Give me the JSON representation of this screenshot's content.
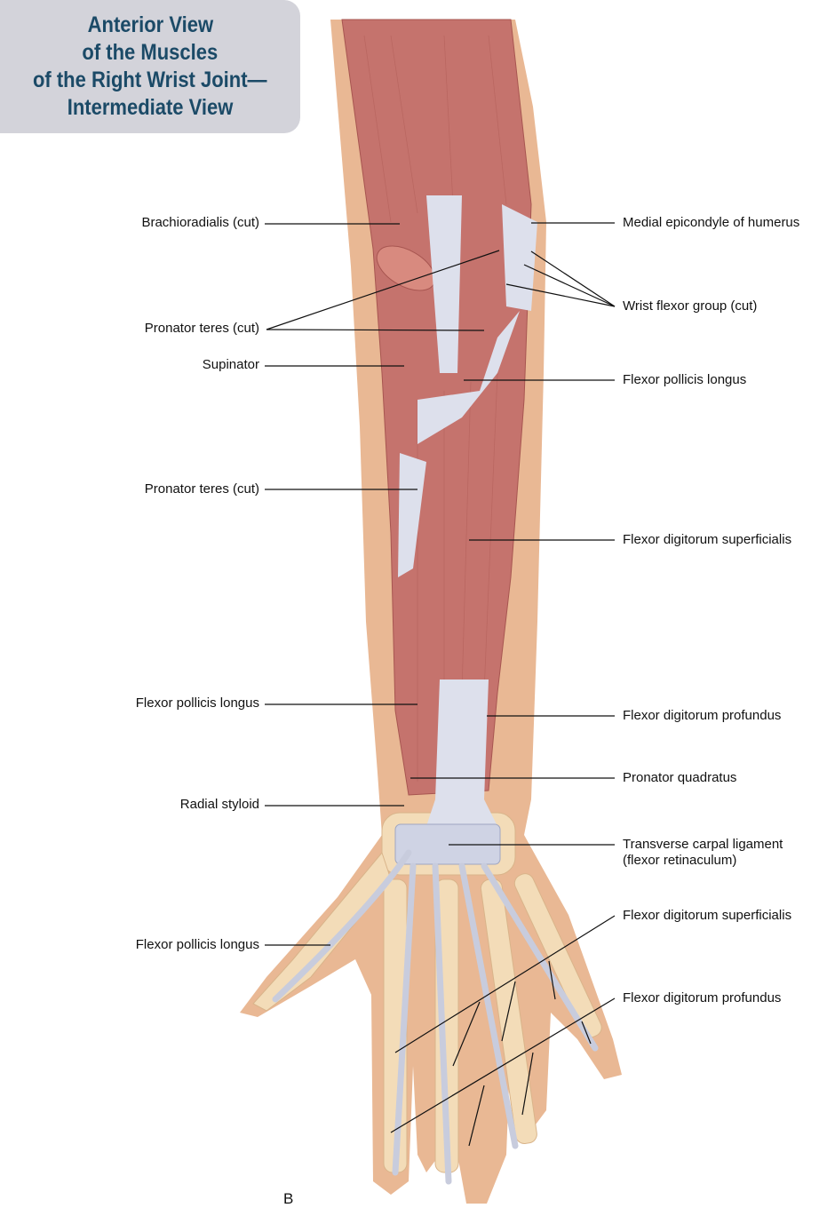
{
  "title": {
    "lines": [
      "Anterior View",
      "of the Muscles",
      "of the Right Wrist Joint—",
      "Intermediate View"
    ]
  },
  "colors": {
    "title_text": "#1b4a67",
    "title_box": "#d3d3da",
    "skin": "#e9b894",
    "muscle": "#c5736d",
    "tendon": "#dde0ec",
    "bone": "#f3dcb8"
  },
  "labels_left": [
    "Brachioradialis (cut)",
    "Pronator teres (cut)",
    "Supinator",
    "Pronator teres (cut)",
    "Flexor pollicis longus",
    "Radial styloid",
    "Flexor pollicis longus"
  ],
  "labels_right": [
    "Medial epicondyle of humerus",
    "Wrist flexor group (cut)",
    "Flexor pollicis longus",
    "Flexor digitorum superficialis",
    "Flexor digitorum profundus",
    "Pronator quadratus",
    "Transverse carpal ligament",
    "(flexor retinaculum)",
    "Flexor digitorum superficialis",
    "Flexor digitorum profundus"
  ],
  "figure_letter": "B"
}
